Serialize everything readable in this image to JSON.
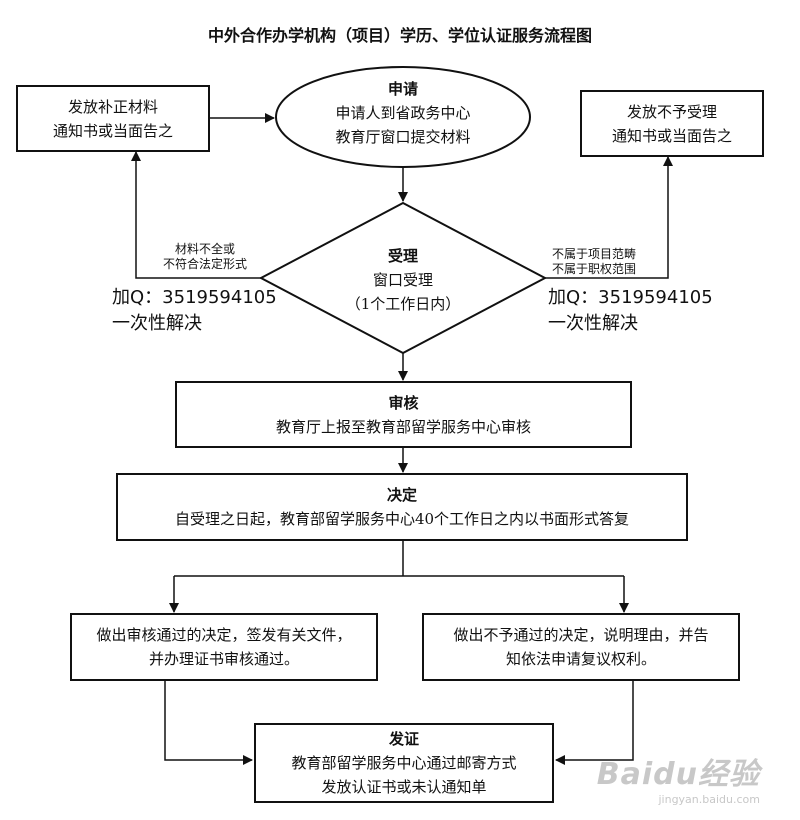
{
  "title": "中外合作办学机构（项目）学历、学位认证服务流程图",
  "apply": {
    "heading": "申请",
    "line1": "申请人到省政务中心",
    "line2": "教育厅窗口提交材料"
  },
  "left_box": {
    "line1": "发放补正材料",
    "line2": "通知书或当面告之"
  },
  "right_box": {
    "line1": "发放不予受理",
    "line2": "通知书或当面告之"
  },
  "accept": {
    "heading": "受理",
    "line1": "窗口受理",
    "line2": "（1个工作日内）"
  },
  "left_condition": {
    "line1": "材料不全或",
    "line2": "不符合法定形式"
  },
  "right_condition": {
    "line1": "不属于项目范畴",
    "line2": "不属于职权范围"
  },
  "contact_left": {
    "line1": "加Q：3519594105",
    "line2": "一次性解决"
  },
  "contact_right": {
    "line1": "加Q：3519594105",
    "line2": "一次性解决"
  },
  "review": {
    "heading": "审核",
    "line1": "教育厅上报至教育部留学服务中心审核"
  },
  "decision": {
    "heading": "决定",
    "line1": "自受理之日起，教育部留学服务中心40个工作日之内以书面形式答复"
  },
  "approve_box": {
    "line1": "做出审核通过的决定，签发有关文件，",
    "line2": "并办理证书审核通过。"
  },
  "reject_box": {
    "line1": "做出不予通过的决定，说明理由，并告",
    "line2": "知依法申请复议权利。"
  },
  "issue": {
    "heading": "发证",
    "line1": "教育部留学服务中心通过邮寄方式",
    "line2": "发放认证书或未认通知单"
  },
  "watermark": {
    "brand": "Baidu经验",
    "url": "jingyan.baidu.com"
  }
}
